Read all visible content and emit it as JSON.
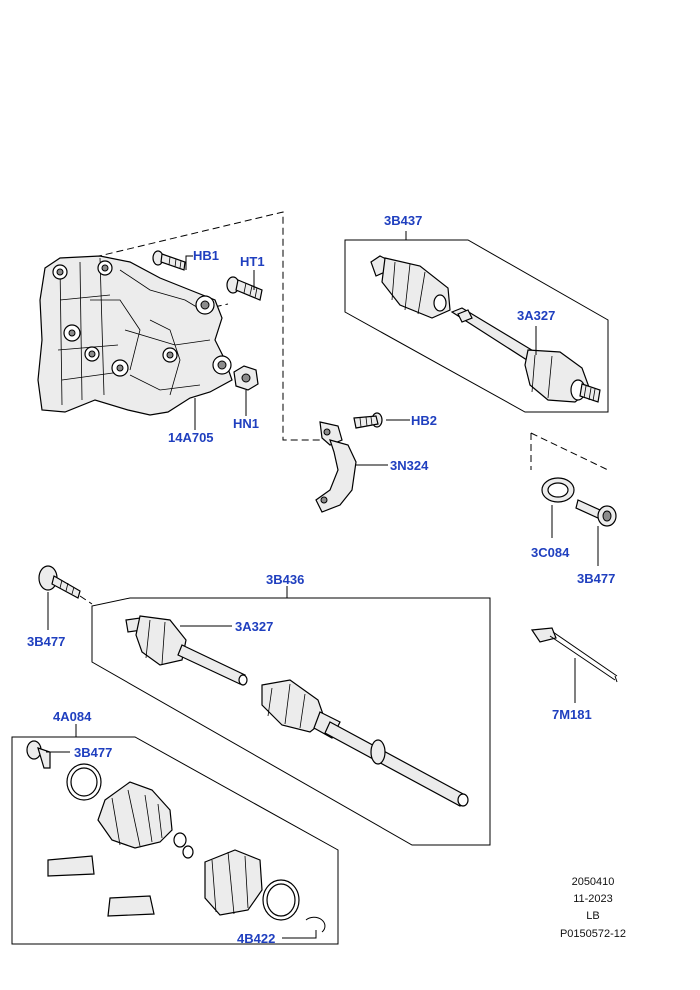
{
  "labels": {
    "hb1": "HB1",
    "ht1": "HT1",
    "hn1": "HN1",
    "bracket": "14A705",
    "shaft_right": "3B437",
    "joint_right": "3A327",
    "hb2": "HB2",
    "clip": "3N324",
    "seal": "3C084",
    "bolt_right": "3B477",
    "shaft_left": "3B436",
    "bolt_left": "3B477",
    "joint_left": "3A327",
    "tool": "7M181",
    "boot_kit": "4A084",
    "bolt_kit": "3B477",
    "circlip": "4B422"
  },
  "footer": {
    "line1": "2050410",
    "line2": "11-2023",
    "line3": "LB",
    "line4": "P0150572-12"
  },
  "colors": {
    "label": "#1f3fbf",
    "line": "#000000",
    "part_fill": "#ececec"
  }
}
